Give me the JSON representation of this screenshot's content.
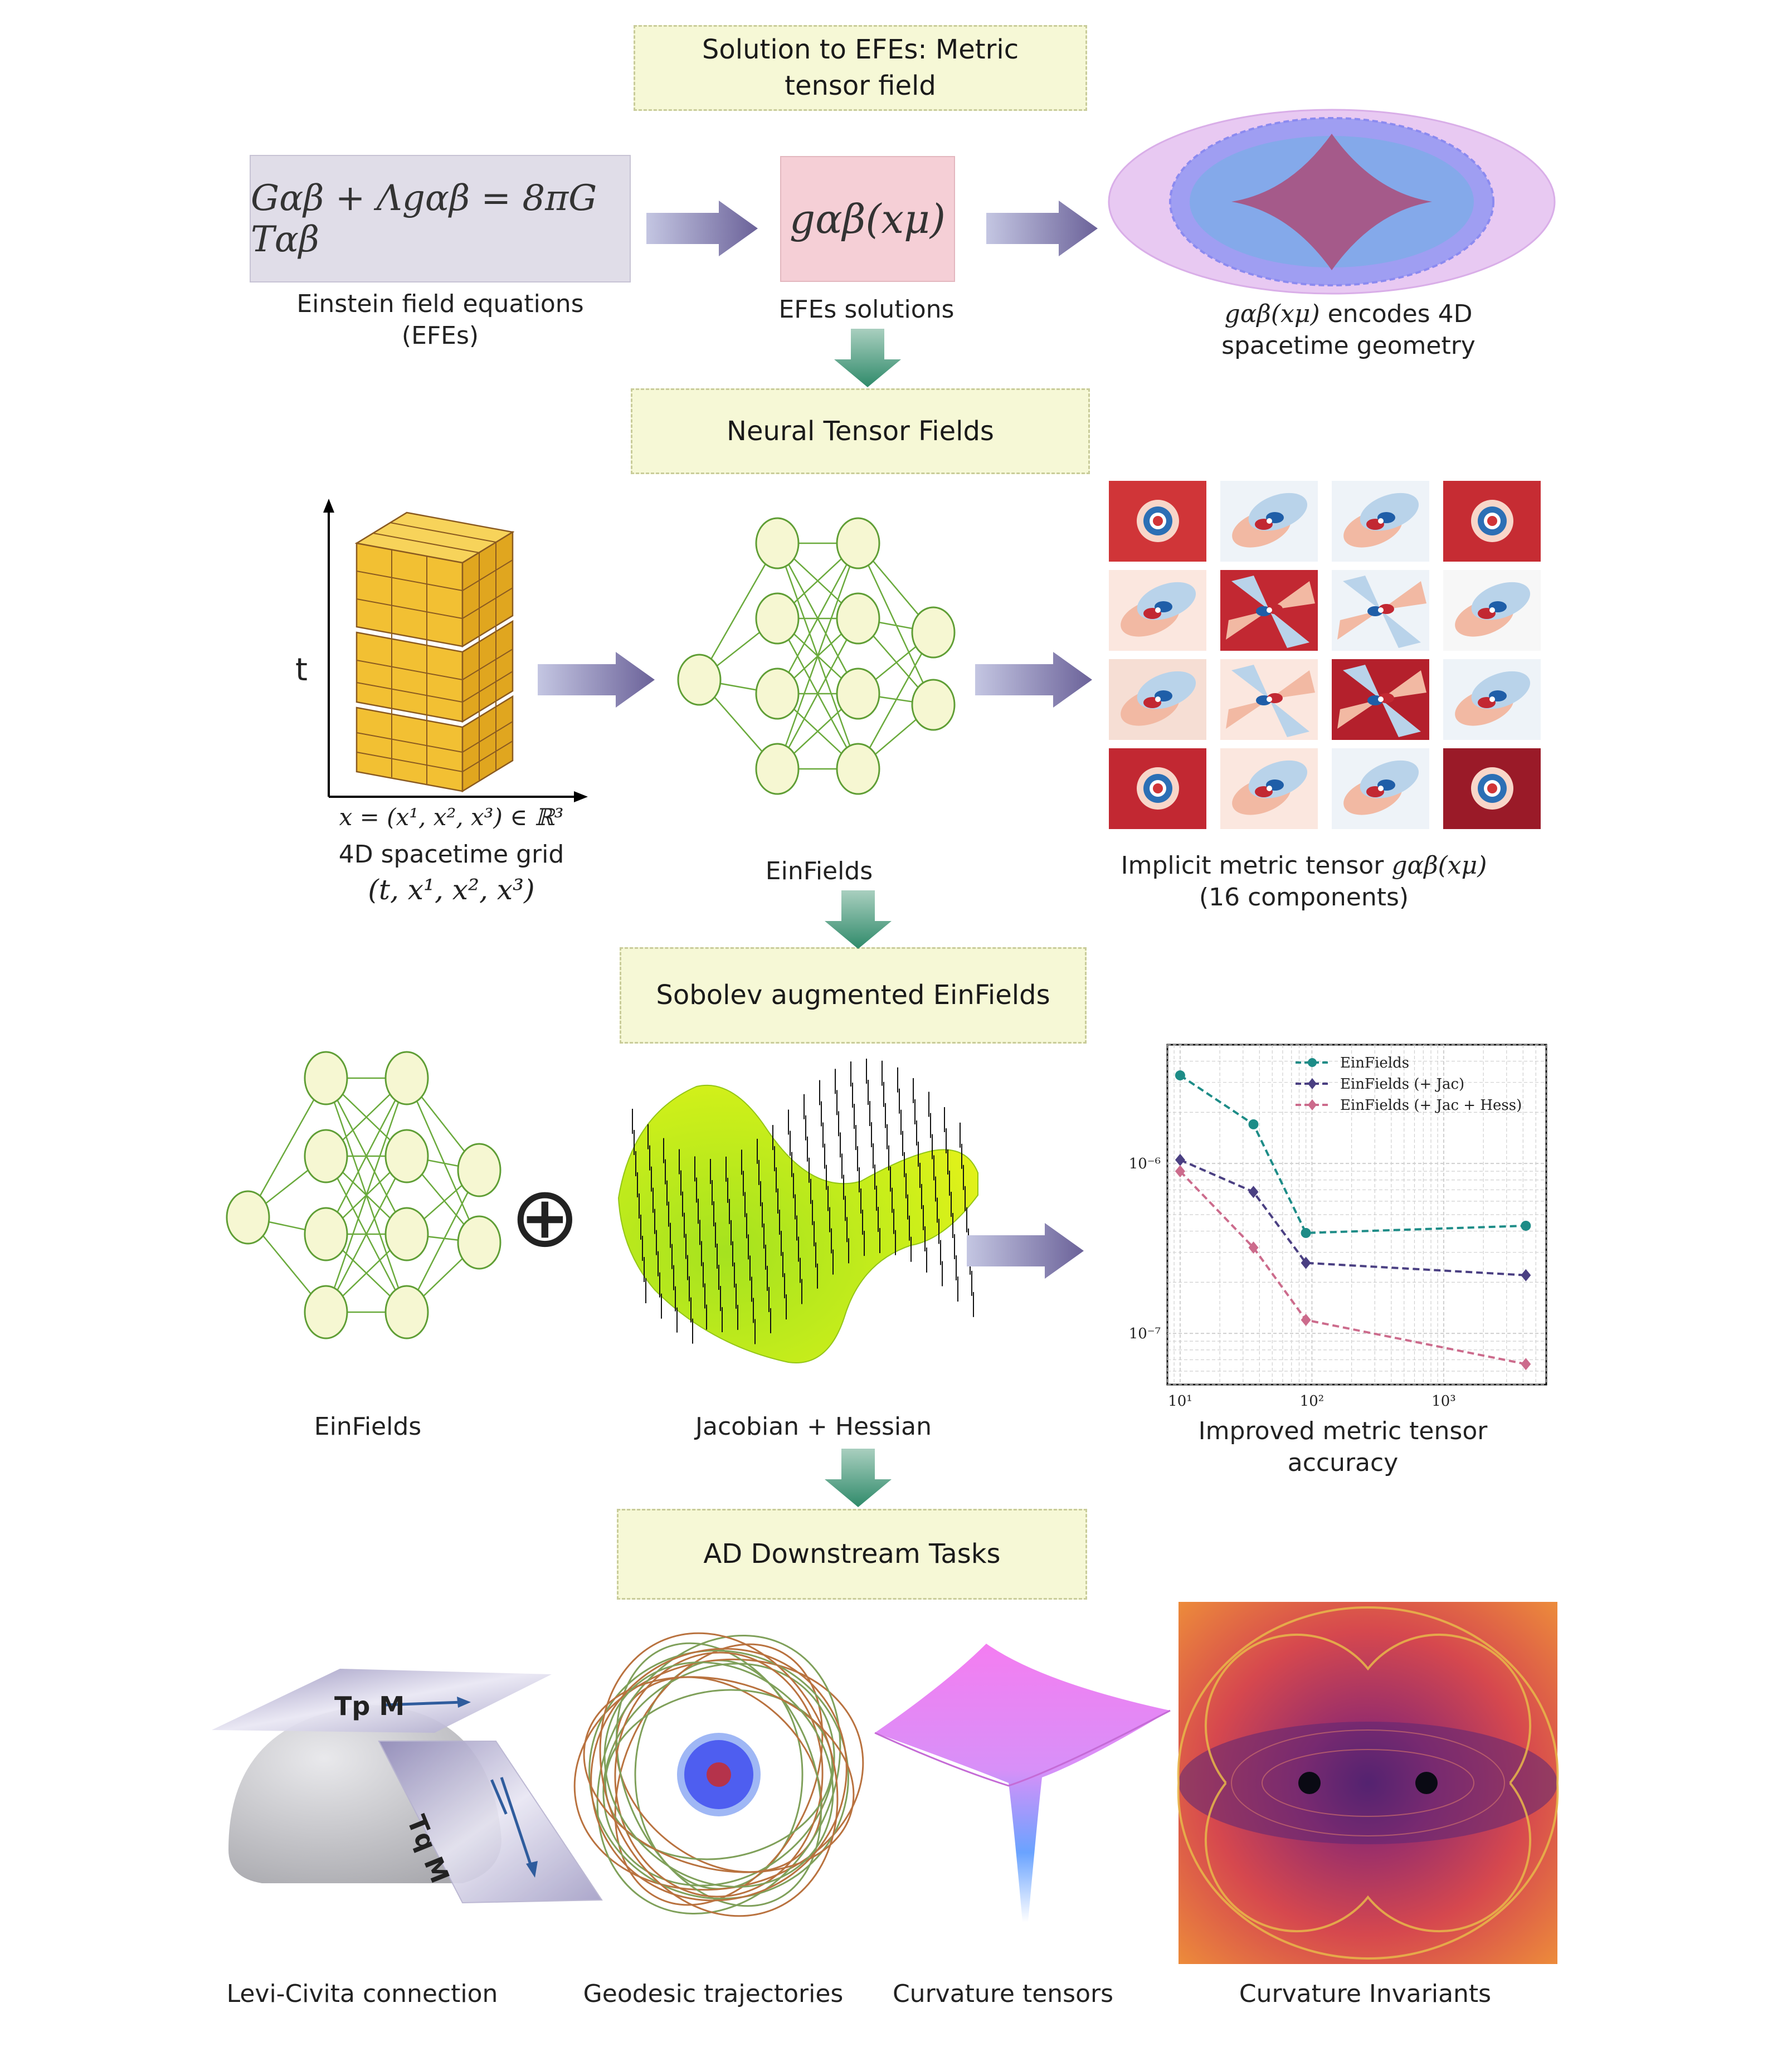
{
  "stages": {
    "solution": "Solution to EFEs: Metric tensor field",
    "neural": "Neural Tensor Fields",
    "sobolev": "Sobolev augmented EinFields",
    "downstream": "AD Downstream Tasks"
  },
  "row1": {
    "efe_equation": "Gαβ + Λgαβ = 8πG Tαβ",
    "efe_caption_line1": "Einstein field equations",
    "efe_caption_line2": "(EFEs)",
    "solution_symbol": "gαβ(xμ)",
    "solution_caption": "EFEs solutions",
    "geometry_math": "gαβ(xμ)",
    "geometry_caption_tail": " encodes 4D",
    "geometry_caption_line2": "spacetime geometry"
  },
  "row2": {
    "axis_t": "t",
    "space_label": "x = (x¹, x², x³) ∈ ℝ³",
    "grid_caption": "4D spacetime grid",
    "grid_coords": "(t, x¹, x², x³)",
    "network_caption": "EinFields",
    "metric_caption_head": "Implicit metric tensor ",
    "metric_caption_math": "gαβ(xμ)",
    "metric_caption_line2": "(16 components)"
  },
  "row3": {
    "network_caption": "EinFields",
    "oplus": "⊕",
    "surface_caption": "Jacobian + Hessian",
    "chart_caption_line1": "Improved metric tensor",
    "chart_caption_line2": "accuracy"
  },
  "row4": {
    "tp_label": "Tp M",
    "tq_label": "Tq M",
    "levi_caption": "Levi-Civita connection",
    "geodesic_caption": "Geodesic trajectories",
    "tensor_caption": "Curvature tensors",
    "invariant_caption": "Curvature Invariants"
  },
  "colors": {
    "arrow": "#8a85b8",
    "down_arrow": "#4f9a80",
    "stage_bg": "#f6f8d6",
    "efe_box": "#e0dde8",
    "solution_box": "#f5cfd6",
    "node_fill": "#f6f7d2",
    "node_edge": "#5f9e35"
  },
  "chart_data": {
    "type": "line",
    "xscale": "log",
    "yscale": "log",
    "xlim": [
      8,
      6000
    ],
    "ylim": [
      5e-08,
      5e-06
    ],
    "x_ticks": [
      "10¹",
      "10²",
      "10³"
    ],
    "y_ticks": [
      "10⁻⁶",
      "10⁻⁷"
    ],
    "grid": true,
    "legend_position": "top-right",
    "series": [
      {
        "name": "EinFields",
        "color": "#1d8c87",
        "marker": "circle",
        "x": [
          10,
          36,
          90,
          4200
        ],
        "y": [
          3.3e-06,
          1.7e-06,
          3.9e-07,
          4.3e-07
        ]
      },
      {
        "name": "EinFields (+ Jac)",
        "color": "#4a3f82",
        "marker": "diamond",
        "x": [
          10,
          36,
          90,
          4200
        ],
        "y": [
          1.05e-06,
          6.8e-07,
          2.6e-07,
          2.2e-07
        ]
      },
      {
        "name": "EinFields (+ Jac + Hess)",
        "color": "#cc6b8c",
        "marker": "diamond",
        "x": [
          10,
          36,
          90,
          4200
        ],
        "y": [
          9e-07,
          3.2e-07,
          1.2e-07,
          6.6e-08
        ]
      }
    ]
  }
}
